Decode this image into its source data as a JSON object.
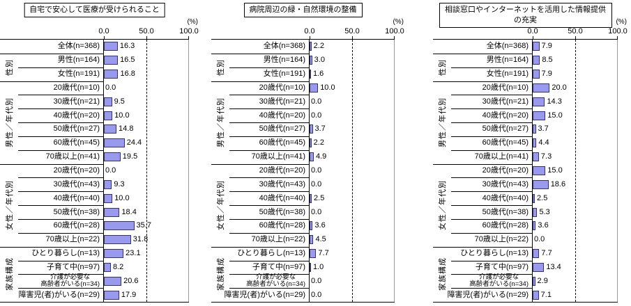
{
  "panel_meta": {
    "unit_label": "(%)",
    "axis_ticks": [
      "0.0",
      "50.0",
      "100.0"
    ]
  },
  "colors": {
    "bar_fill": "#9999ee",
    "bar_border": "#333366",
    "axis_line": "#000000",
    "gridline_50pct": "#000000",
    "plot_right_border": "#999999",
    "background": "#ffffff"
  },
  "groups": [
    {
      "label": "性別",
      "start": 1,
      "count": 2
    },
    {
      "label": "男性／年代別",
      "start": 3,
      "count": 6
    },
    {
      "label": "女性／年代別",
      "start": 9,
      "count": 6
    },
    {
      "label": "家族構成",
      "start": 15,
      "count": 4
    }
  ],
  "chart_data": [
    {
      "type": "bar",
      "orientation": "horizontal",
      "title": "自宅で安心して医療が受けられること",
      "xlabel": "",
      "ylabel": "",
      "unit": "%",
      "xlim": [
        0,
        100
      ],
      "xticks": [
        0.0,
        50.0,
        100.0
      ],
      "grid": "dashed line at 50",
      "categories": [
        "全体(n=368)",
        "男性(n=164)",
        "女性(n=191)",
        "20歳代(n=10)",
        "30歳代(n=21)",
        "40歳代(n=20)",
        "50歳代(n=27)",
        "60歳代(n=45)",
        "70歳以上(n=41)",
        "20歳代(n=20)",
        "30歳代(n=43)",
        "40歳代(n=40)",
        "50歳代(n=38)",
        "60歳代(n=28)",
        "70歳以上(n=22)",
        "ひとり暮らし(n=13)",
        "子育て中(n=97)",
        "介護が必要な\n高齢者がいる(n=34)",
        "障害児(者)がいる(n=29)"
      ],
      "values": [
        16.3,
        16.5,
        16.8,
        0.0,
        9.5,
        10.0,
        14.8,
        24.4,
        19.5,
        0.0,
        9.3,
        10.0,
        18.4,
        35.7,
        31.8,
        23.1,
        8.2,
        20.6,
        17.9
      ]
    },
    {
      "type": "bar",
      "orientation": "horizontal",
      "title": "病院周辺の緑・自然環境の整備",
      "xlabel": "",
      "ylabel": "",
      "unit": "%",
      "xlim": [
        0,
        100
      ],
      "xticks": [
        0.0,
        50.0,
        100.0
      ],
      "grid": "dashed line at 50",
      "categories": [
        "全体(n=368)",
        "男性(n=164)",
        "女性(n=191)",
        "20歳代(n=10)",
        "30歳代(n=21)",
        "40歳代(n=20)",
        "50歳代(n=27)",
        "60歳代(n=45)",
        "70歳以上(n=41)",
        "20歳代(n=20)",
        "30歳代(n=43)",
        "40歳代(n=40)",
        "50歳代(n=38)",
        "60歳代(n=28)",
        "70歳以上(n=22)",
        "ひとり暮らし(n=13)",
        "子育て中(n=97)",
        "介護が必要な\n高齢者がいる(n=34)",
        "障害児(者)がいる(n=29)"
      ],
      "values": [
        2.2,
        3.0,
        1.6,
        10.0,
        0.0,
        0.0,
        3.7,
        2.2,
        4.9,
        0.0,
        0.0,
        2.5,
        0.0,
        3.6,
        4.5,
        7.7,
        1.0,
        0.0,
        0.0
      ]
    },
    {
      "type": "bar",
      "orientation": "horizontal",
      "title": "相談窓口やインターネットを活用した情報提供の充実",
      "xlabel": "",
      "ylabel": "",
      "unit": "%",
      "xlim": [
        0,
        100
      ],
      "xticks": [
        0.0,
        50.0,
        100.0
      ],
      "grid": "dashed line at 50",
      "categories": [
        "全体(n=368)",
        "男性(n=164)",
        "女性(n=191)",
        "20歳代(n=10)",
        "30歳代(n=21)",
        "40歳代(n=20)",
        "50歳代(n=27)",
        "60歳代(n=45)",
        "70歳以上(n=41)",
        "20歳代(n=20)",
        "30歳代(n=43)",
        "40歳代(n=40)",
        "50歳代(n=38)",
        "60歳代(n=28)",
        "70歳以上(n=22)",
        "ひとり暮らし(n=13)",
        "子育て中(n=97)",
        "介護が必要な\n高齢者がいる(n=34)",
        "障害児(者)がいる(n=29)"
      ],
      "values": [
        7.9,
        8.5,
        7.9,
        20.0,
        14.3,
        15.0,
        3.7,
        4.4,
        7.3,
        15.0,
        18.6,
        2.5,
        5.3,
        3.6,
        0.0,
        7.7,
        13.4,
        2.9,
        7.1
      ]
    }
  ]
}
